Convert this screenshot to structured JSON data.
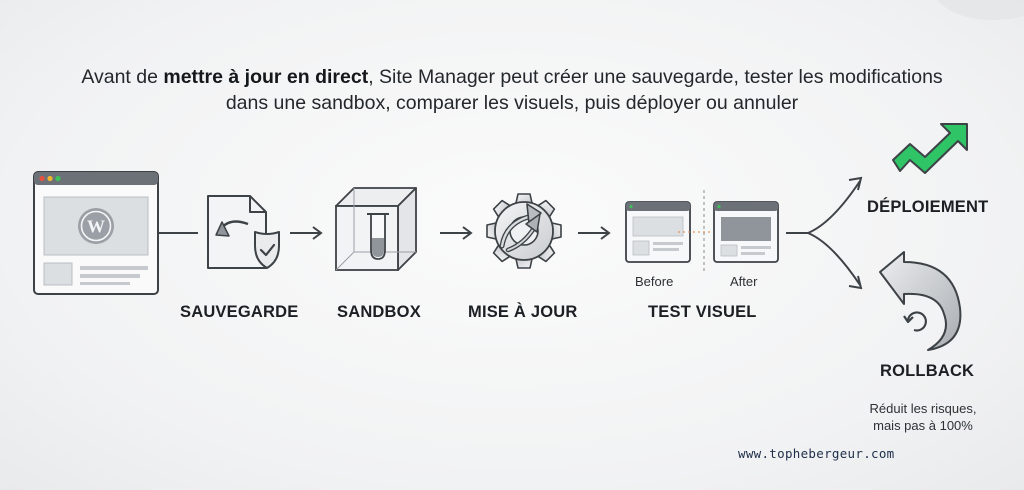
{
  "intro": {
    "before": "Avant de ",
    "bold": "mettre à jour en direct",
    "after": ", Site Manager peut créer une sauvegarde, tester les modifications dans une sandbox, comparer les visuels, puis déployer ou annuler"
  },
  "steps": {
    "sauvegarde": "SAUVEGARDE",
    "sandbox": "SANDBOX",
    "mise_a_jour": "MISE À JOUR",
    "test_visuel": "TEST VISUEL"
  },
  "compare": {
    "before": "Before",
    "after": "After"
  },
  "outcomes": {
    "deploiement": "DÉPLOIEMENT",
    "rollback": "ROLLBACK",
    "note_line1": "Réduit les risques,",
    "note_line2": "mais pas à 100%"
  },
  "footer": {
    "site": "www.tophebergeur.com"
  },
  "colors": {
    "stroke": "#3d4247",
    "panel_fill": "#e6e8ea",
    "window_bar": "#6b7177",
    "check_green": "#2fc466",
    "arrow_gray": "#8c9197",
    "traffic_red": "#e2523f",
    "traffic_yellow": "#f1b42f",
    "traffic_green": "#3fbf59"
  },
  "icons": [
    "browser-window-icon",
    "wordpress-logo-icon",
    "backup-document-shield-icon",
    "sandbox-cube-icon",
    "gear-update-icon",
    "before-window-icon",
    "after-window-icon",
    "check-arrow-icon",
    "undo-arrow-icon"
  ]
}
